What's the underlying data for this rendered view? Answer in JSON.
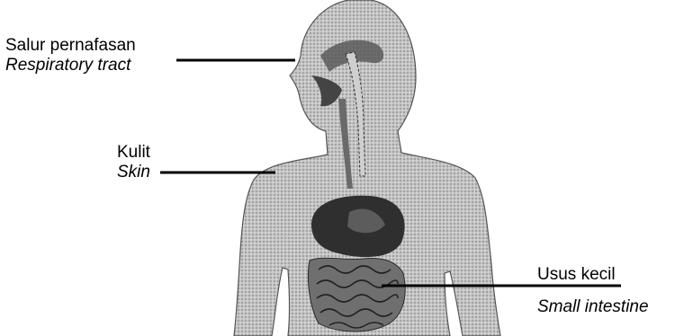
{
  "labels": {
    "respiratory": {
      "ms": "Salur pernafasan",
      "en": "Respiratory tract"
    },
    "skin": {
      "ms": "Kulit",
      "en": "Skin"
    },
    "intestine": {
      "ms": "Usus kecil",
      "en": "Small intestine"
    }
  },
  "colors": {
    "body_fill": "#bdbdbd",
    "organ_fill": "#3a3a3a",
    "line": "#000000"
  }
}
